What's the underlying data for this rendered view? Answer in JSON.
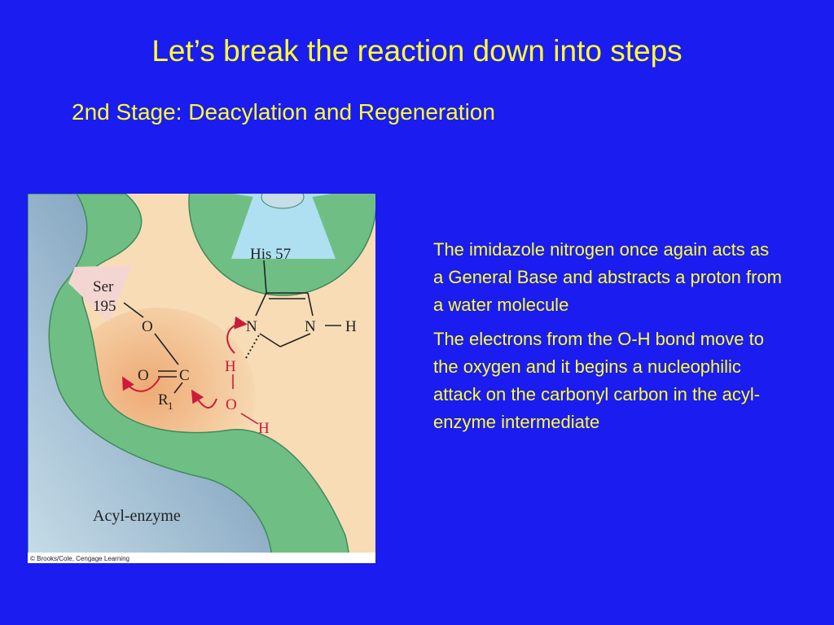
{
  "slide": {
    "title": "Let’s break the reaction down into steps",
    "subtitle": "2nd Stage:  Deacylation and Regeneration"
  },
  "figure": {
    "labels": {
      "his": "His 57",
      "ser": "Ser",
      "ser_num": "195",
      "acyl": "Acyl-enzyme",
      "o": "O",
      "o_c": "O",
      "c": "C",
      "r1": "R",
      "r1_sub": "1",
      "n_left": "N",
      "n_right": "N",
      "h_nh": "H",
      "h_water": "H",
      "o_water": "O",
      "h_water2": "H",
      "credit": "© Brooks/Cole, Cengage Learning"
    },
    "colors": {
      "background": "#f7dcb6",
      "pocket": "#f0b886",
      "green": "#6fbf85",
      "blue_lower": "#7fa6c4",
      "his_wedge": "#aee0f2",
      "ser_patch": "#f3d6d1",
      "arrow": "#cc1a3a"
    }
  },
  "description": {
    "p1": "The imidazole nitrogen once again acts as a General Base and abstracts a proton from a water molecule",
    "p2": "The electrons from the O-H bond move to the oxygen and it begins a nucleophilic attack on the carbonyl carbon in the acyl-enzyme intermediate"
  }
}
